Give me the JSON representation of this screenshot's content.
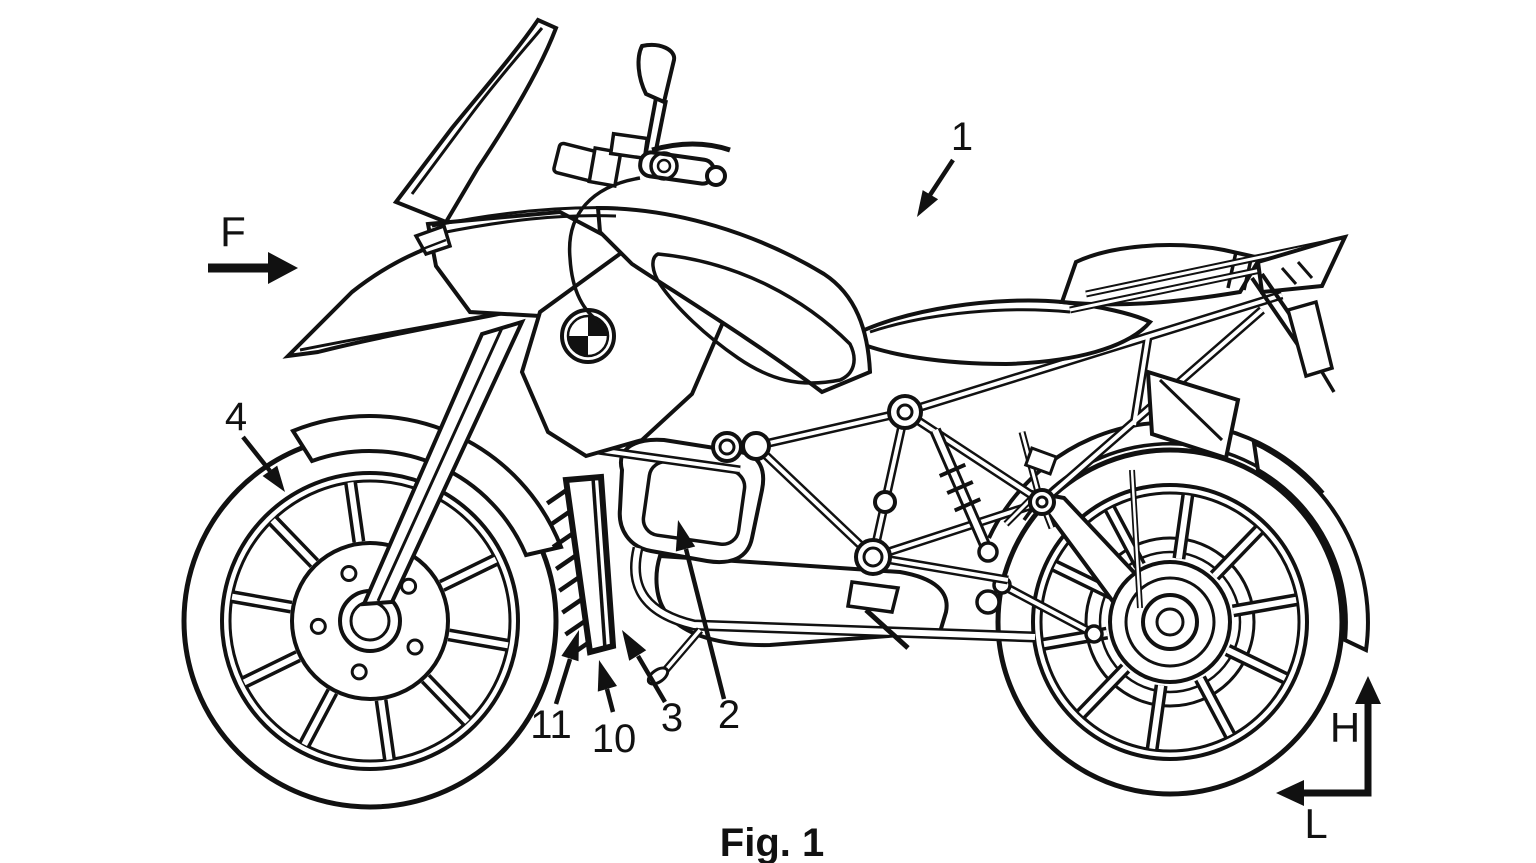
{
  "figure": {
    "caption": "Fig. 1",
    "labels": {
      "front_direction": "F",
      "axis_height": "H",
      "axis_length": "L",
      "ref_1": "1",
      "ref_2": "2",
      "ref_3": "3",
      "ref_4": "4",
      "ref_10": "10",
      "ref_11": "11"
    },
    "colors": {
      "line": "#111111",
      "background": "#ffffff"
    }
  }
}
